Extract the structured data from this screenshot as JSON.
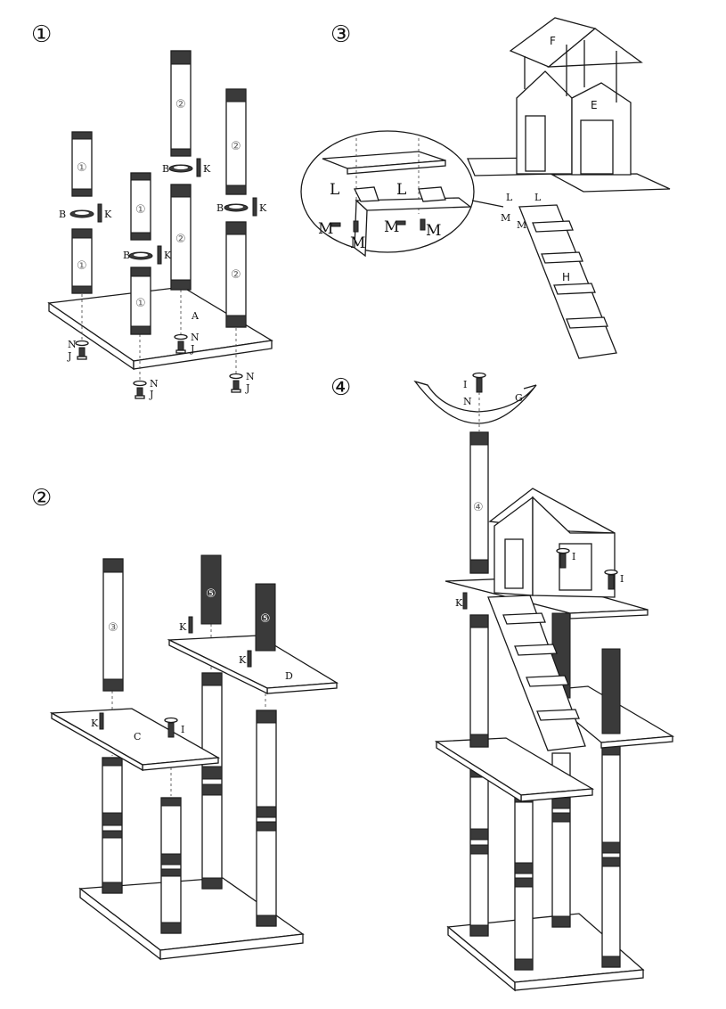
{
  "steps": [
    "①",
    "②",
    "③",
    "④"
  ],
  "parts": {
    "A": "A",
    "B": "B",
    "C": "C",
    "D": "D",
    "E": "E",
    "F": "F",
    "G": "G",
    "H": "H",
    "I": "I",
    "J": "J",
    "K": "K",
    "L": "L",
    "M": "M",
    "N": "N"
  },
  "post_numbers": {
    "p1": "①",
    "p2": "②",
    "p3": "③",
    "p4": "④",
    "p5": "⑤"
  }
}
